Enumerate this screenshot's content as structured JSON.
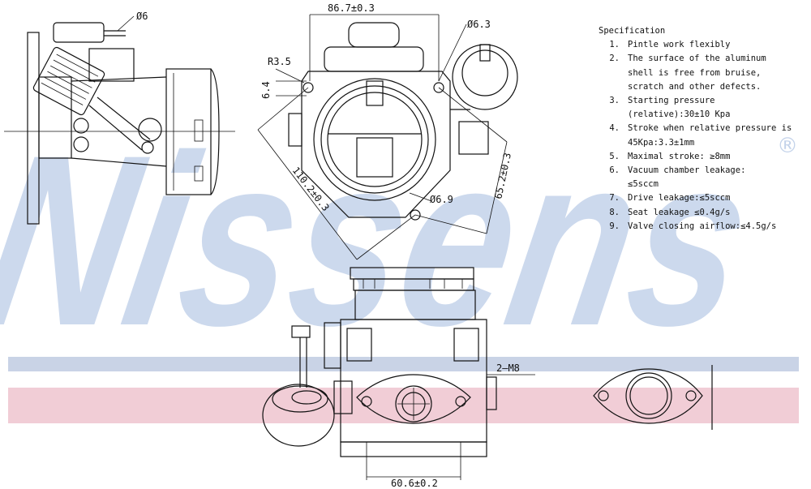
{
  "watermark": {
    "brand": "Nissens",
    "registered_mark": "®",
    "band_top_color": "#c9d3e6",
    "band_bottom_color": "#f1cdd6",
    "text_color": "#c4d3ea"
  },
  "dimensions": {
    "top_width": "86.7±0.3",
    "hole_left": "Ø6",
    "hole_right": "Ø6.3",
    "radius": "R3.5",
    "small_height": "6.4",
    "diag_left": "110.2±0.3",
    "diag_right": "65.2±0.3",
    "hole_bottom": "Ø6.9",
    "thread": "2–M8",
    "bottom_width": "60.6±0.2"
  },
  "specification": {
    "title": "Specification",
    "items": [
      {
        "num": "1.",
        "text": "Pintle work flexibly"
      },
      {
        "num": "2.",
        "text": "The surface of the aluminum\nshell is free from bruise,\nscratch and other defects."
      },
      {
        "num": "3.",
        "text": "Starting pressure\n(relative):30±10 Kpa"
      },
      {
        "num": "4.",
        "text": "Stroke when relative pressure is\n45Kpa:3.3±1mm"
      },
      {
        "num": "5.",
        "text": "Maximal stroke: ≥8mm"
      },
      {
        "num": "6.",
        "text": "Vacuum chamber leakage:\n≤5sccm"
      },
      {
        "num": "7.",
        "text": "Drive leakage:≤5sccm"
      },
      {
        "num": "8.",
        "text": "Seat leakage ≤0.4g/s"
      },
      {
        "num": "9.",
        "text": "Valve closing airflow:≤4.5g/s"
      }
    ]
  }
}
